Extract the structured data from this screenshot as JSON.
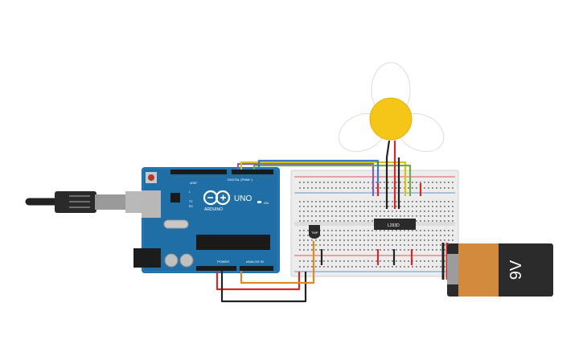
{
  "circuit": {
    "board": {
      "model_label": "UNO",
      "brand_label": "ARDUINO",
      "digital_header_label": "DIGITAL (PWM~)",
      "power_label": "POWER",
      "analog_label": "ANALOG IN",
      "aref_label": "AREF",
      "on_label": "ON",
      "tx_label": "TX",
      "rx_label": "RX",
      "l_label": "L"
    },
    "breadboard": {
      "driver_chip_label": "L293D",
      "sensor_label": "TMP"
    },
    "battery": {
      "label": "9V"
    },
    "colors": {
      "board": "#1f6fa6",
      "breadboard": "#ececec",
      "battery_body": "#2b2b2b",
      "battery_band": "#d38a3c",
      "fan_blade": "#ffffff",
      "motor": "#f5c518",
      "wire_red": "#d62828",
      "wire_black": "#222222",
      "wire_orange": "#e08a1e",
      "wire_yellow": "#d8c21a",
      "wire_green": "#6fae3a",
      "wire_blue": "#3a78c8",
      "wire_purple": "#8a5bb5"
    }
  }
}
